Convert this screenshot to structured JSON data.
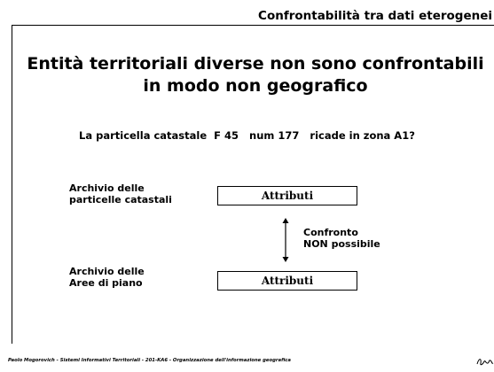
{
  "slide": {
    "header_title": "Confrontabilità tra dati eterogenei",
    "title_line1": "Entità territoriali diverse non sono confrontabili",
    "title_line2": "in modo non geografico",
    "question": "La particella catastale  F 45   num 177   ricade in zona A1?",
    "archive_1": {
      "line1": "Archivio delle",
      "line2": "particelle catastali",
      "box_label": "Attributi"
    },
    "archive_2": {
      "line1": "Archivio delle",
      "line2": "Aree di piano",
      "box_label": "Attributi"
    },
    "comparison": {
      "line1": "Confronto",
      "line2": "NON possibile"
    },
    "footer": "Paolo Mogorovich - Sistemi Informativi Territoriali - 201-KA6 - Organizzazione dell'informazione geografica",
    "arrow_icon": "double-arrow-vertical",
    "logo_icon": "script-logo"
  }
}
